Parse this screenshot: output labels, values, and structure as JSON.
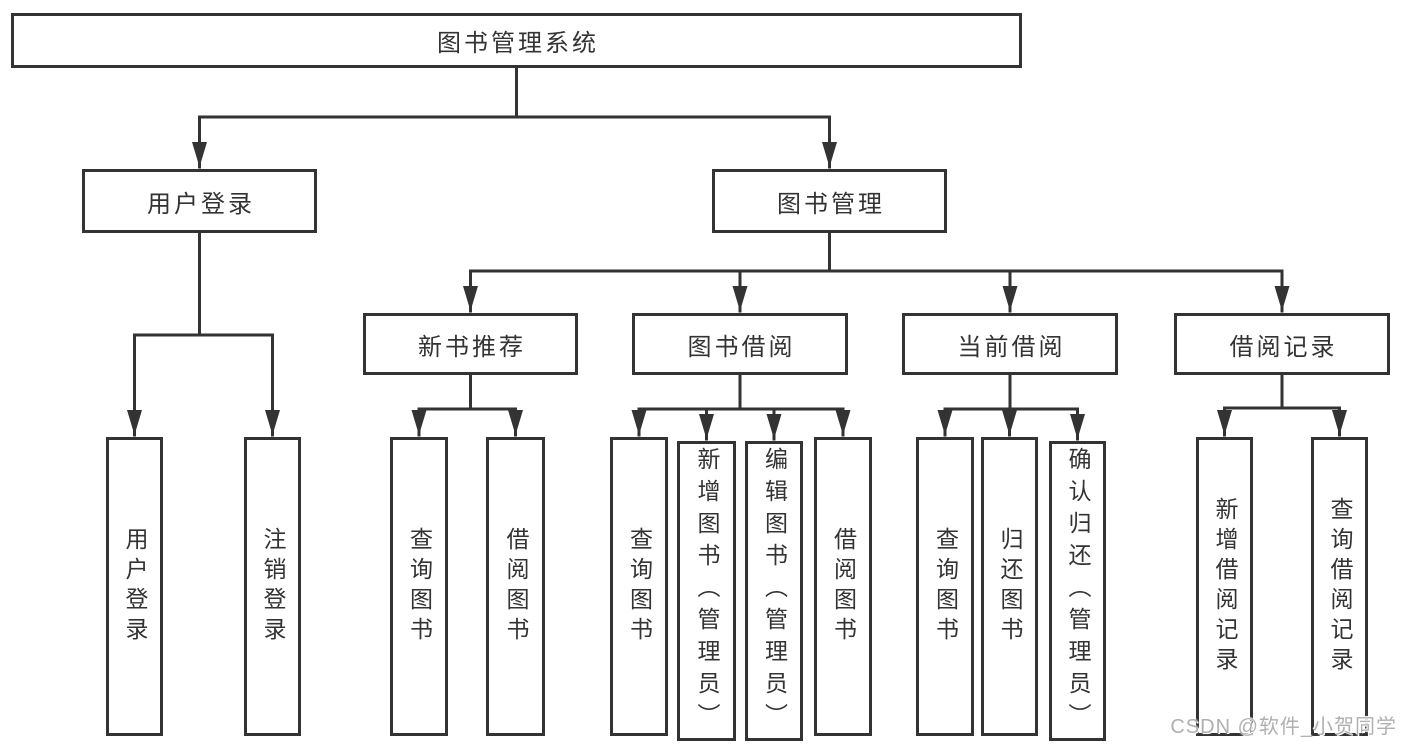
{
  "diagram": {
    "title": "图书管理系统",
    "nodes": {
      "root": "图书管理系统",
      "user_login": "用户登录",
      "book_management": "图书管理",
      "new_book_recommend": "新书推荐",
      "book_borrow": "图书借阅",
      "current_borrow": "当前借阅",
      "borrow_records": "借阅记录",
      "leaf_user_login": "用户登录",
      "leaf_logout": "注销登录",
      "leaf_nbr_query_books": "查询图书",
      "leaf_nbr_borrow_books": "借阅图书",
      "leaf_bb_query_books": "查询图书",
      "leaf_bb_add_books_admin": "新增图书（管理员）",
      "leaf_bb_edit_books_admin": "编辑图书（管理员）",
      "leaf_bb_borrow_books": "借阅图书",
      "leaf_cb_query_books": "查询图书",
      "leaf_cb_return_books": "归还图书",
      "leaf_cb_confirm_return_admin": "确认归还（管理员）",
      "leaf_br_add_record": "新增借阅记录",
      "leaf_br_query_record": "查询借阅记录"
    },
    "hierarchy": {
      "图书管理系统": {
        "用户登录": [
          "用户登录",
          "注销登录"
        ],
        "图书管理": {
          "新书推荐": [
            "查询图书",
            "借阅图书"
          ],
          "图书借阅": [
            "查询图书",
            "新增图书（管理员）",
            "编辑图书（管理员）",
            "借阅图书"
          ],
          "当前借阅": [
            "查询图书",
            "归还图书",
            "确认归还（管理员）"
          ],
          "借阅记录": [
            "新增借阅记录",
            "查询借阅记录"
          ]
        }
      }
    },
    "colors": {
      "line": "#333333",
      "text": "#333333",
      "background": "#ffffff",
      "watermark": "#b0b0b0"
    }
  },
  "watermark": "CSDN @软件_小贺同学"
}
